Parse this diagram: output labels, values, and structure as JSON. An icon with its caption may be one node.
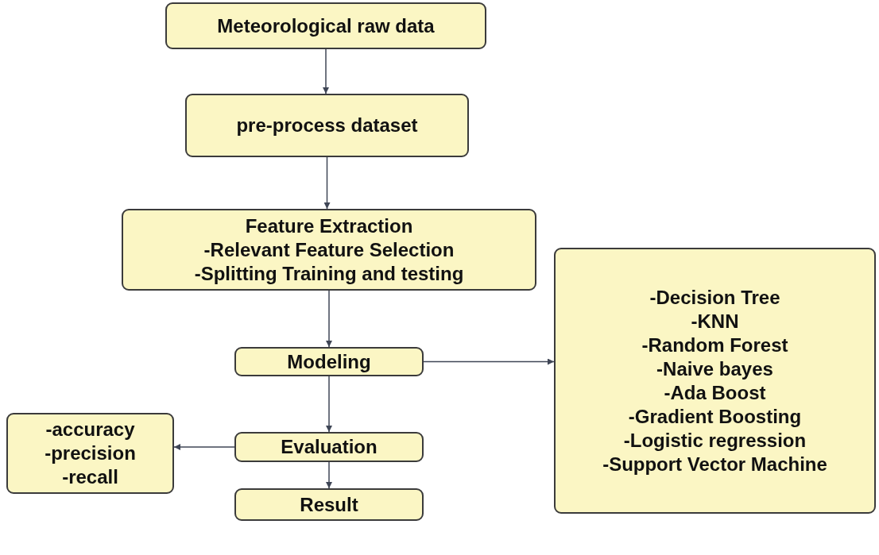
{
  "diagram": {
    "nodes": [
      {
        "text": [
          "Meteorological raw data"
        ]
      },
      {
        "text": [
          "pre-process dataset"
        ]
      },
      {
        "text": [
          "Feature Extraction",
          "-Relevant Feature Selection",
          "-Splitting Training and testing"
        ]
      },
      {
        "text": [
          "Modeling"
        ]
      },
      {
        "text": [
          "-Decision Tree",
          "-KNN",
          "-Random Forest",
          "-Naive bayes",
          "-Ada Boost",
          "-Gradient Boosting",
          "-Logistic regression",
          "-Support Vector Machine"
        ]
      },
      {
        "text": [
          "Evaluation"
        ]
      },
      {
        "text": [
          "-accuracy",
          "-precision",
          "-recall"
        ]
      },
      {
        "text": [
          "Result"
        ]
      }
    ],
    "edges": [
      {
        "from": 0,
        "to": 1,
        "arrow": "to"
      },
      {
        "from": 1,
        "to": 2,
        "arrow": "to"
      },
      {
        "from": 2,
        "to": 3,
        "arrow": "to"
      },
      {
        "from": 3,
        "to": 4,
        "arrow": "to"
      },
      {
        "from": 3,
        "to": 5,
        "arrow": "to"
      },
      {
        "from": 5,
        "to": 6,
        "arrow": "to"
      },
      {
        "from": 5,
        "to": 7,
        "arrow": "to"
      }
    ]
  }
}
